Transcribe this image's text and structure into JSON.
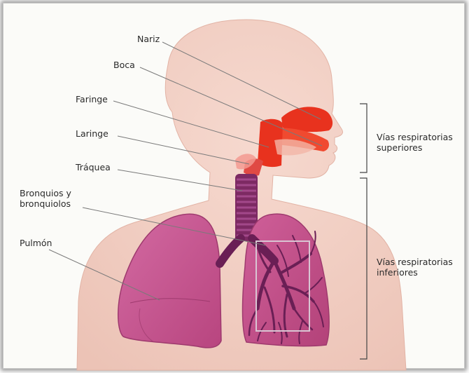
{
  "labels": {
    "nariz": "Nariz",
    "boca": "Boca",
    "faringe": "Faringe",
    "laringe": "Laringe",
    "traquea": "Tráquea",
    "bronquios": "Bronquios y\nbronquiolos",
    "pulmon": "Pulmón"
  },
  "groups": {
    "upper": "Vías respiratorias\nsuperiores",
    "lower": "Vías respiratorias\ninferiores"
  },
  "colors": {
    "skin": "#f1cdc2",
    "airway_red": "#e8321e",
    "trachea": "#7d2a63",
    "lung": "#c9548f",
    "bronchi": "#6a1f55"
  }
}
